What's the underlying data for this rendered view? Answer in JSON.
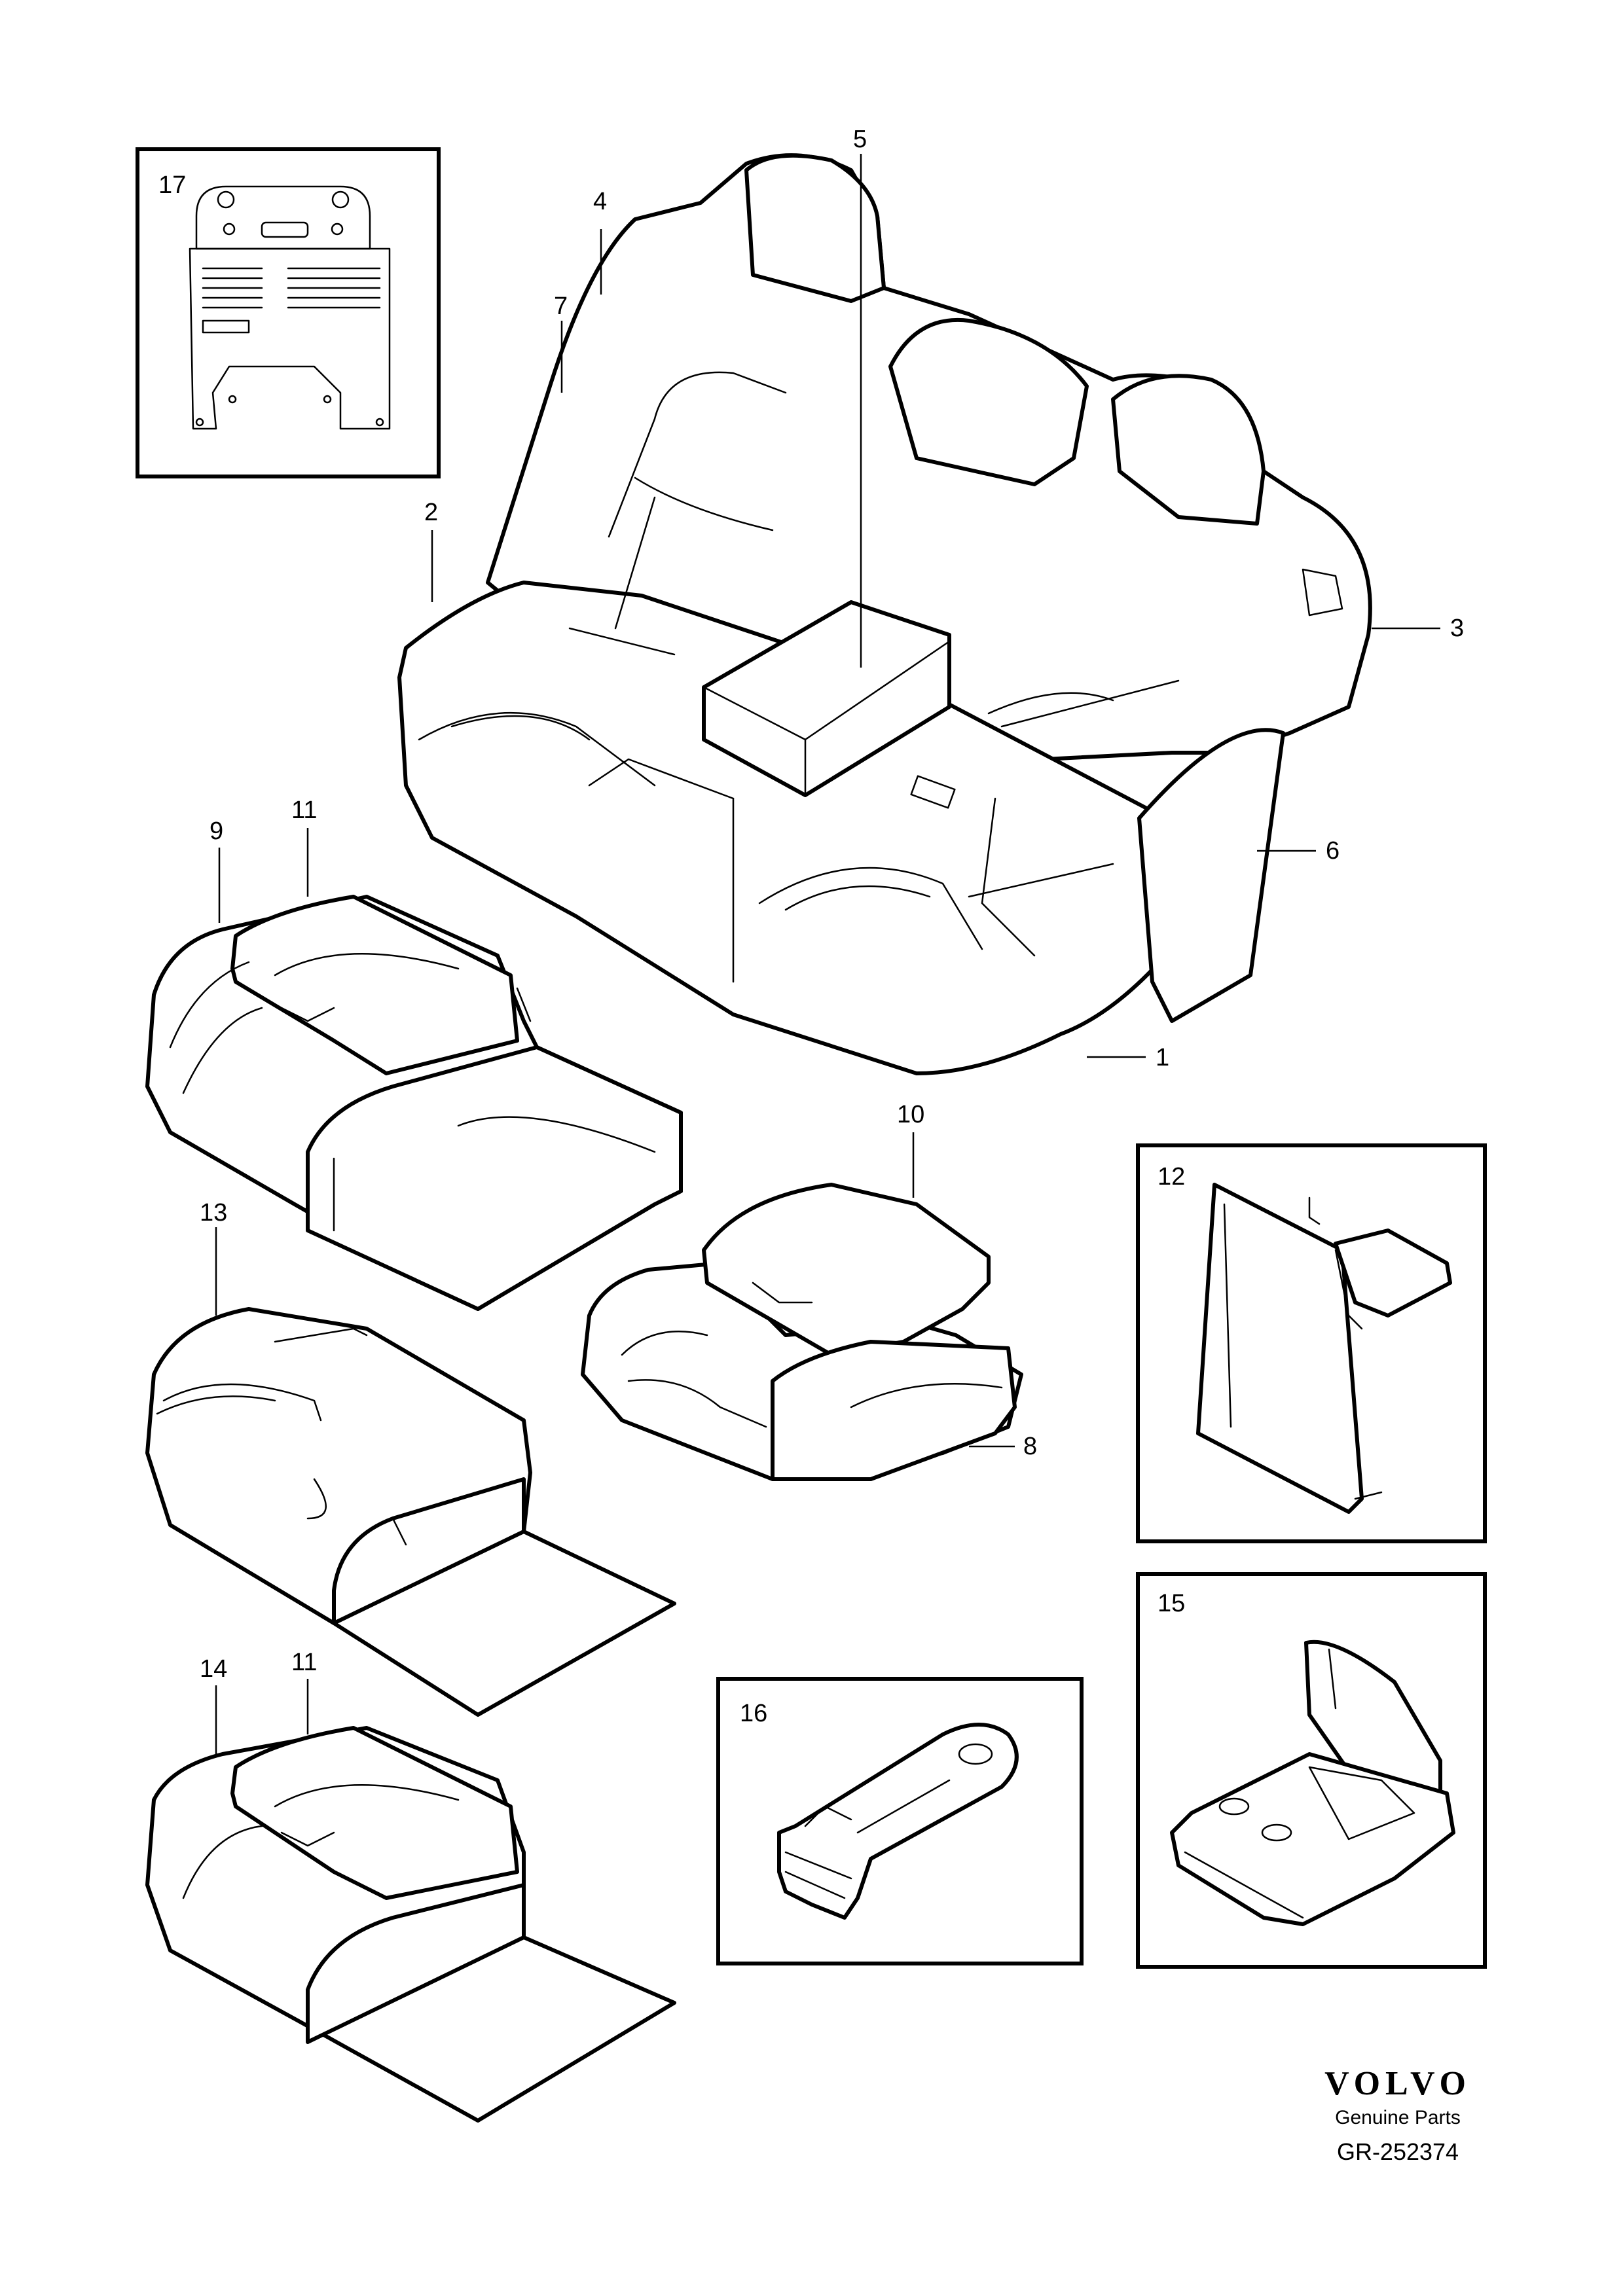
{
  "brand": {
    "name": "VOLVO",
    "tagline": "Genuine Parts",
    "code": "GR-252374"
  },
  "callouts": {
    "c1": "1",
    "c2": "2",
    "c3": "3",
    "c4": "4",
    "c5": "5",
    "c6": "6",
    "c7": "7",
    "c8": "8",
    "c9": "9",
    "c10": "10",
    "c11a": "11",
    "c11b": "11",
    "c12": "12",
    "c13": "13",
    "c14": "14",
    "c15": "15",
    "c16": "16",
    "c17": "17"
  }
}
